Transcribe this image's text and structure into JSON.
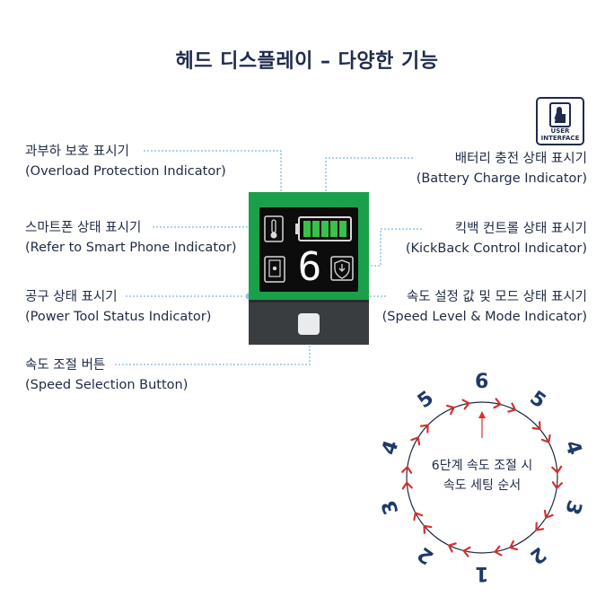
{
  "title": "헤드 디스플레이 – 다양한 기능",
  "badge": {
    "line1": "USER",
    "line2": "INTERFACE",
    "icon": "hand-touch-icon"
  },
  "labels": {
    "overload": {
      "ko": "과부하 보호 표시기",
      "en": "(Overload Protection Indicator)"
    },
    "smartphone": {
      "ko": "스마트폰 상태 표시기",
      "en": "(Refer to Smart Phone Indicator)"
    },
    "power_tool": {
      "ko": "공구 상태 표시기",
      "en": "(Power Tool Status Indicator)"
    },
    "speed_button": {
      "ko": "속도 조절 버튼",
      "en": "(Speed Selection Button)"
    },
    "battery": {
      "ko": "배터리 충전 상태 표시기",
      "en": "(Battery Charge Indicator)"
    },
    "kickback": {
      "ko": "킥백 컨트롤 상태 표시기",
      "en": "(KickBack Control Indicator)"
    },
    "speed_level": {
      "ko": "속도 설정 값 및 모드 상태 표시기",
      "en": "(Speed Level & Mode Indicator)"
    }
  },
  "display": {
    "speed_digit": "6",
    "battery_bars": 5,
    "icons": [
      "thermometer-icon",
      "smartphone-icon",
      "kickback-shield-icon"
    ]
  },
  "cycle": {
    "center_line1": "6단계 속도 조절 시",
    "center_line2": "속도 세팅 순서",
    "numbers": [
      "6",
      "5",
      "4",
      "3",
      "2",
      "1",
      "2",
      "3",
      "4",
      "5"
    ]
  },
  "colors": {
    "accent_green": "#1aa04a",
    "arrow_red": "#d9302c",
    "navy": "#1e2b4d",
    "leader_blue": "#5aa7d6"
  }
}
